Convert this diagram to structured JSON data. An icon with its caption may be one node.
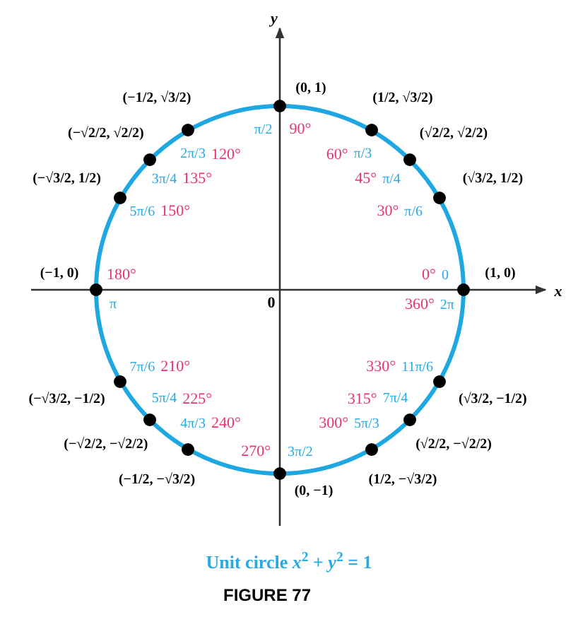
{
  "diagram": {
    "title": "FIGURE 77",
    "caption": "Unit circle *x*$^{2}$ + *y*$^{2}$ = 1",
    "nodes": [
      {
        "text": [],
        "shape": "circle",
        "beside": [
          "(1, 0)",
          "0°",
          "0",
          "360°",
          "2π"
        ]
      },
      {
        "text": [],
        "shape": "circle",
        "beside": [
          "(√3/2, 1/2)",
          "30°",
          "π/6"
        ]
      },
      {
        "text": [],
        "shape": "circle",
        "beside": [
          "(√2/2, √2/2)",
          "45°",
          "π/4"
        ]
      },
      {
        "text": [],
        "shape": "circle",
        "beside": [
          "(1/2, √3/2)",
          "60°",
          "π/3"
        ]
      },
      {
        "text": [],
        "shape": "circle",
        "beside": [
          "(0, 1)",
          "90°",
          "π/2"
        ]
      },
      {
        "text": [],
        "shape": "circle",
        "beside": [
          "(−1/2, √3/2)",
          "120°",
          "2π/3"
        ]
      },
      {
        "text": [],
        "shape": "circle",
        "beside": [
          "(−√2/2, √2/2)",
          "135°",
          "3π/4"
        ]
      },
      {
        "text": [],
        "shape": "circle",
        "beside": [
          "(−√3/2, 1/2)",
          "150°",
          "5π/6"
        ]
      },
      {
        "text": [],
        "shape": "circle",
        "beside": [
          "(−1, 0)",
          "180°",
          "π"
        ]
      },
      {
        "text": [],
        "shape": "circle",
        "beside": [
          "(−√3/2, −1/2)",
          "210°",
          "7π/6"
        ]
      },
      {
        "text": [],
        "shape": "circle",
        "beside": [
          "(−√2/2, −√2/2)",
          "225°",
          "5π/4"
        ]
      },
      {
        "text": [],
        "shape": "circle",
        "beside": [
          "(−1/2, −√3/2)",
          "240°",
          "4π/3"
        ]
      },
      {
        "text": [],
        "shape": "circle",
        "beside": [
          "(0, −1)",
          "270°",
          "3π/2"
        ]
      },
      {
        "text": [],
        "shape": "circle",
        "beside": [
          "(1/2, −√3/2)",
          "300°",
          "5π/3"
        ]
      },
      {
        "text": [],
        "shape": "circle",
        "beside": [
          "(√2/2, −√2/2)",
          "315°",
          "7π/4"
        ]
      },
      {
        "text": [],
        "shape": "circle",
        "beside": [
          "(√3/2, −1/2)",
          "330°",
          "11π/6"
        ]
      }
    ],
    "labels": [
      "y",
      "x",
      "0"
    ]
  }
}
